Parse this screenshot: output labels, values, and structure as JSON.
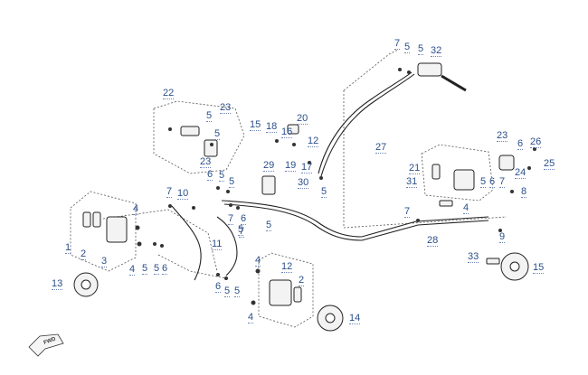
{
  "diagram": {
    "arrow_text": "FWD",
    "callouts": [
      {
        "id": "c1",
        "text": "1"
      },
      {
        "id": "c2a",
        "text": "2"
      },
      {
        "id": "c2b",
        "text": "2"
      },
      {
        "id": "c3",
        "text": "3"
      },
      {
        "id": "c4a",
        "text": "4"
      },
      {
        "id": "c4b",
        "text": "4"
      },
      {
        "id": "c4c",
        "text": "4"
      },
      {
        "id": "c4d",
        "text": "4"
      },
      {
        "id": "c4e",
        "text": "4"
      },
      {
        "id": "c5a",
        "text": "5"
      },
      {
        "id": "c5b",
        "text": "5"
      },
      {
        "id": "c5c",
        "text": "5"
      },
      {
        "id": "c5d",
        "text": "5"
      },
      {
        "id": "c5e",
        "text": "5"
      },
      {
        "id": "c5f",
        "text": "5"
      },
      {
        "id": "c5g",
        "text": "5"
      },
      {
        "id": "c5h",
        "text": "5"
      },
      {
        "id": "c5i",
        "text": "5"
      },
      {
        "id": "c5j",
        "text": "5"
      },
      {
        "id": "c5k",
        "text": "5"
      },
      {
        "id": "c5l",
        "text": "5"
      },
      {
        "id": "c5m",
        "text": "5"
      },
      {
        "id": "c5n",
        "text": "5"
      },
      {
        "id": "c6a",
        "text": "6"
      },
      {
        "id": "c6b",
        "text": "6"
      },
      {
        "id": "c6c",
        "text": "6"
      },
      {
        "id": "c6d",
        "text": "6"
      },
      {
        "id": "c6e",
        "text": "6"
      },
      {
        "id": "c6f",
        "text": "6"
      },
      {
        "id": "c7a",
        "text": "7"
      },
      {
        "id": "c7b",
        "text": "7"
      },
      {
        "id": "c7c",
        "text": "7"
      },
      {
        "id": "c7d",
        "text": "7"
      },
      {
        "id": "c7e",
        "text": "7"
      },
      {
        "id": "c7f",
        "text": "7"
      },
      {
        "id": "c8",
        "text": "8"
      },
      {
        "id": "c9",
        "text": "9"
      },
      {
        "id": "c10",
        "text": "10"
      },
      {
        "id": "c11",
        "text": "11"
      },
      {
        "id": "c12a",
        "text": "12"
      },
      {
        "id": "c12b",
        "text": "12"
      },
      {
        "id": "c13",
        "text": "13"
      },
      {
        "id": "c14",
        "text": "14"
      },
      {
        "id": "c15a",
        "text": "15"
      },
      {
        "id": "c15b",
        "text": "15"
      },
      {
        "id": "c16",
        "text": "16"
      },
      {
        "id": "c17",
        "text": "17"
      },
      {
        "id": "c18",
        "text": "18"
      },
      {
        "id": "c19",
        "text": "19"
      },
      {
        "id": "c20",
        "text": "20"
      },
      {
        "id": "c21",
        "text": "21"
      },
      {
        "id": "c22",
        "text": "22"
      },
      {
        "id": "c23a",
        "text": "23"
      },
      {
        "id": "c23b",
        "text": "23"
      },
      {
        "id": "c23c",
        "text": "23"
      },
      {
        "id": "c24",
        "text": "24"
      },
      {
        "id": "c25",
        "text": "25"
      },
      {
        "id": "c26",
        "text": "26"
      },
      {
        "id": "c27",
        "text": "27"
      },
      {
        "id": "c28",
        "text": "28"
      },
      {
        "id": "c29",
        "text": "29"
      },
      {
        "id": "c30",
        "text": "30"
      },
      {
        "id": "c31",
        "text": "31"
      },
      {
        "id": "c32",
        "text": "32"
      },
      {
        "id": "c33",
        "text": "33"
      }
    ]
  }
}
